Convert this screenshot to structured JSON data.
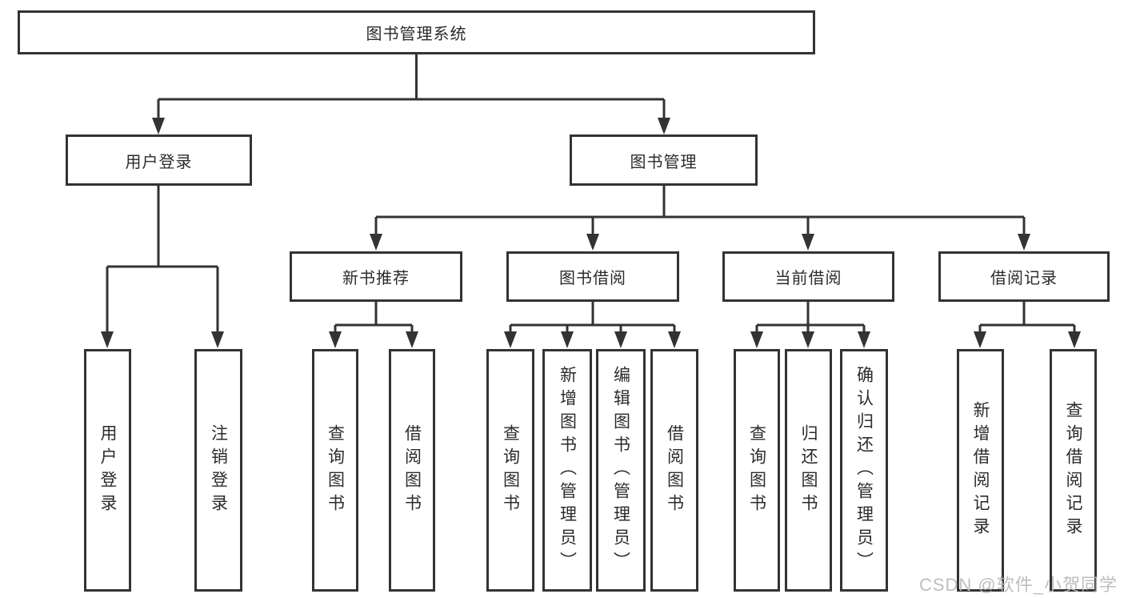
{
  "diagram_type": "hierarchy-tree",
  "root": {
    "label": "图书管理系统",
    "children": [
      {
        "label": "用户登录",
        "children": [
          {
            "label": "用户登录"
          },
          {
            "label": "注销登录"
          }
        ]
      },
      {
        "label": "图书管理",
        "children": [
          {
            "label": "新书推荐",
            "children": [
              {
                "label": "查询图书"
              },
              {
                "label": "借阅图书"
              }
            ]
          },
          {
            "label": "图书借阅",
            "children": [
              {
                "label": "查询图书"
              },
              {
                "label": "新增图书（管理员）"
              },
              {
                "label": "编辑图书（管理员）"
              },
              {
                "label": "借阅图书"
              }
            ]
          },
          {
            "label": "当前借阅",
            "children": [
              {
                "label": "查询图书"
              },
              {
                "label": "归还图书"
              },
              {
                "label": "确认归还（管理员）"
              }
            ]
          },
          {
            "label": "借阅记录",
            "children": [
              {
                "label": "新增借阅记录"
              },
              {
                "label": "查询借阅记录"
              }
            ]
          }
        ]
      }
    ]
  },
  "watermark": "CSDN @软件_小贺同学",
  "colors": {
    "line": "#333333",
    "box_border": "#333333",
    "text": "#2b2b2b",
    "watermark": "#b9b9b9",
    "background": "#ffffff"
  }
}
